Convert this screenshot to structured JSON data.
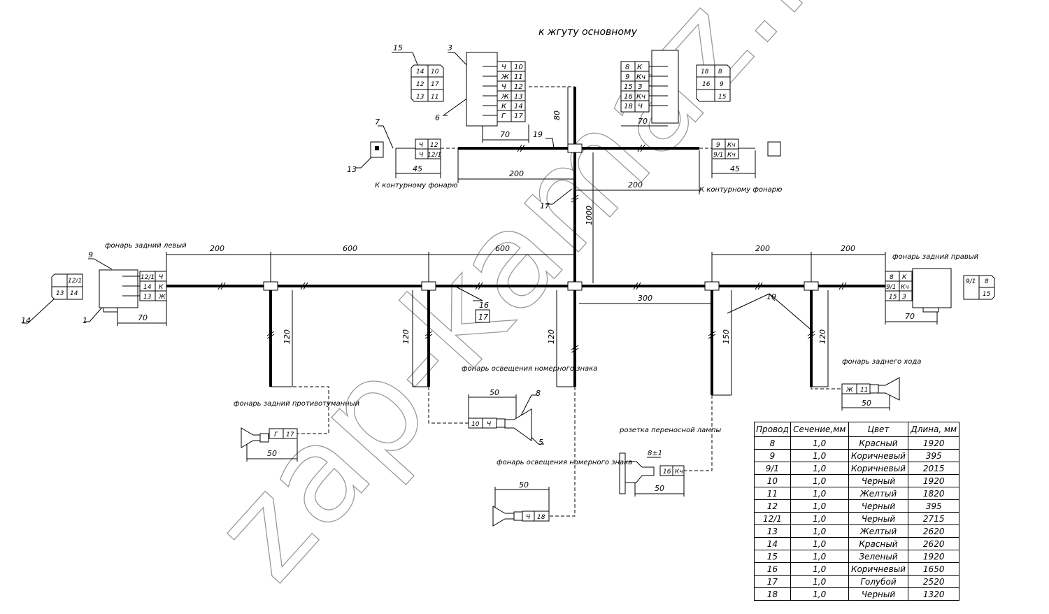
{
  "title": "к жгуту основному",
  "labels": {
    "to_contour_left": "К контурному фонарю",
    "to_contour_right": "К контурному фонарю",
    "rear_left": "фонарь задний левый",
    "rear_right": "фонарь задний правый",
    "fog": "фонарь задний противотуманный",
    "plate1": "фонарь освещения номерного знака",
    "plate2": "фонарь освещения номерного знака",
    "socket": "розетка переносной лампы",
    "reverse": "фонарь заднего хода"
  },
  "dims": {
    "d80": "80",
    "d70a": "70",
    "d70b": "70",
    "d200a": "200",
    "d200b": "200",
    "d45a": "45",
    "d45b": "45",
    "d1000": "1000",
    "d200c": "200",
    "d600a": "600",
    "d600b": "600",
    "d200d": "200",
    "d200e": "200",
    "d70c": "70",
    "d70d": "70",
    "d300": "300",
    "d120a": "120",
    "d120b": "120",
    "d120c": "120",
    "d150": "150",
    "d120d": "120",
    "d50a": "50",
    "d50b": "50",
    "d50c": "50",
    "d50d": "50",
    "d50e": "50",
    "d8": "8±1"
  },
  "callouts": {
    "c1": "1",
    "c3": "3",
    "c5": "5",
    "c6": "6",
    "c7": "7",
    "c8": "8",
    "c9": "9",
    "c13": "13",
    "c14": "14",
    "c15": "15",
    "c16": "16",
    "c17a": "17",
    "c17b": "17",
    "c19a": "19",
    "c19b": "19"
  },
  "connectors": {
    "top_left_pins": [
      "Ч",
      "10",
      "Ж",
      "11",
      "Ч",
      "12",
      "Ж",
      "13",
      "К",
      "14",
      "Г",
      "17"
    ],
    "top_left_block": [
      "14",
      "10",
      "12",
      "17",
      "13",
      "11"
    ],
    "top_right_pins": [
      "8",
      "К",
      "9",
      "Кч",
      "15",
      "З",
      "16",
      "Кч",
      "18",
      "Ч"
    ],
    "top_right_block": [
      "18",
      "8",
      "16",
      "9",
      "",
      "15"
    ],
    "contour_left": [
      "Ч",
      "12",
      "Ч",
      "12/1"
    ],
    "contour_right": [
      "9",
      "Кч",
      "9/1",
      "Кч"
    ],
    "rear_left_pins": [
      "12/1",
      "Ч",
      "14",
      "К",
      "13",
      "Ж"
    ],
    "rear_left_block": [
      "12/1",
      "13",
      "14"
    ],
    "rear_right_pins": [
      "8",
      "К",
      "9/1",
      "Кч",
      "15",
      "З"
    ],
    "rear_right_block": [
      "9/1",
      "8",
      "15"
    ],
    "fog_pins": [
      "Г",
      "17"
    ],
    "plate1_pins": [
      "10",
      "Ч"
    ],
    "plate2_pins": [
      "Ч",
      "18"
    ],
    "socket_pins": [
      "16",
      "Кч"
    ],
    "reverse_pins": [
      "Ж",
      "11"
    ],
    "small_1617": [
      "16",
      "17"
    ]
  },
  "watermark": "zap-kamaz.ru",
  "table": {
    "headers": [
      "Провод",
      "Сечение,мм",
      "Цвет",
      "Длина, мм"
    ],
    "rows": [
      [
        "8",
        "1,0",
        "Красный",
        "1920"
      ],
      [
        "9",
        "1,0",
        "Коричневый",
        "395"
      ],
      [
        "9/1",
        "1,0",
        "Коричневый",
        "2015"
      ],
      [
        "10",
        "1,0",
        "Черный",
        "1920"
      ],
      [
        "11",
        "1,0",
        "Желтый",
        "1820"
      ],
      [
        "12",
        "1,0",
        "Черный",
        "395"
      ],
      [
        "12/1",
        "1,0",
        "Черный",
        "2715"
      ],
      [
        "13",
        "1,0",
        "Желтый",
        "2620"
      ],
      [
        "14",
        "1,0",
        "Красный",
        "2620"
      ],
      [
        "15",
        "1,0",
        "Зеленый",
        "1920"
      ],
      [
        "16",
        "1,0",
        "Коричневый",
        "1650"
      ],
      [
        "17",
        "1,0",
        "Голубой",
        "2520"
      ],
      [
        "18",
        "1,0",
        "Черный",
        "1320"
      ]
    ]
  }
}
